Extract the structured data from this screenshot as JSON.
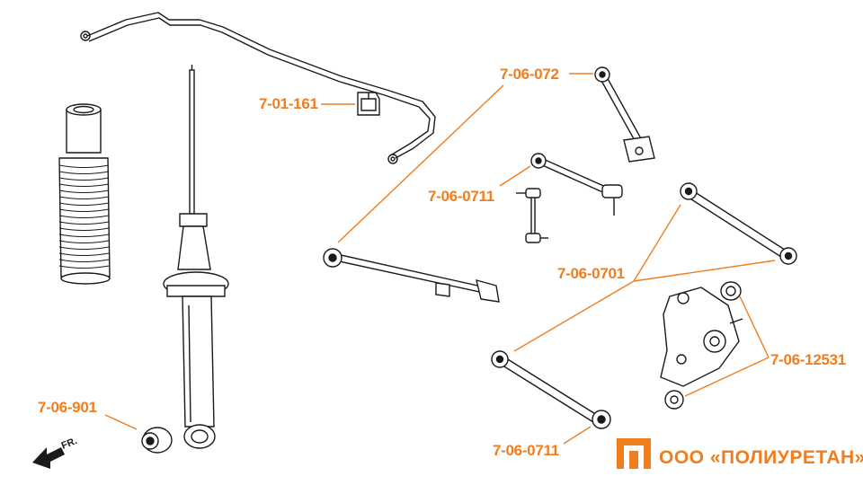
{
  "colors": {
    "accent": "#f07d1e",
    "ink": "#1a1a1a",
    "background": "#ffffff"
  },
  "direction_marker": {
    "text": "FR.",
    "icon": "front-arrow-icon"
  },
  "parts": [
    {
      "id": "p1",
      "code": "7-01-161"
    },
    {
      "id": "p2",
      "code": "7-06-072"
    },
    {
      "id": "p3",
      "code": "7-06-0711"
    },
    {
      "id": "p4",
      "code": "7-06-0701"
    },
    {
      "id": "p5",
      "code": "7-06-12531"
    },
    {
      "id": "p6",
      "code": "7-06-901"
    },
    {
      "id": "p7",
      "code": "7-06-0711"
    }
  ],
  "brand": {
    "logo_icon": "polyurethane-logo-icon",
    "name": "ООО «ПОЛИУРЕТАН»"
  }
}
